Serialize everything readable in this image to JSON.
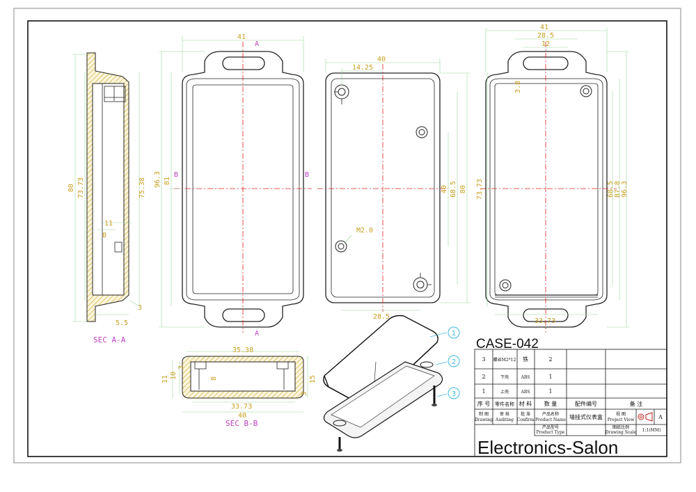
{
  "dims": {
    "front": {
      "top_width": "41",
      "height_outer": "96.3",
      "height_inner": "81",
      "section_b": "B",
      "section_a": "A"
    },
    "side": {
      "h80": "80",
      "h7373": "73.73",
      "h7538": "75.38",
      "d11": "11",
      "d8": "8",
      "d3": "3",
      "d55": "5.5",
      "caption": "SEC A-A"
    },
    "inner": {
      "width": "40",
      "w1425": "14.25",
      "h40": "40",
      "h685": "68.5",
      "h80": "80",
      "hole": "M2.0",
      "bottom": "28.5"
    },
    "back": {
      "w41": "41",
      "w285": "28.5",
      "w12": "12",
      "d38": "3.8",
      "h7373": "73.73",
      "h685": "68.5",
      "h878": "87.8",
      "h963": "96.3",
      "bottom": "33.73"
    },
    "secb": {
      "top": "35.38",
      "h11": "11",
      "h10": "10",
      "h3": "3",
      "h15": "15",
      "h3b": "3",
      "d8": "8",
      "w3373": "33.73",
      "w40": "40",
      "caption": "SEC B-B"
    }
  },
  "balloons": [
    "1",
    "2",
    "3"
  ],
  "titleblock": {
    "case_name": "CASE-042",
    "rows": [
      {
        "no": "3",
        "part": "螺丝M2*12",
        "material": "铁",
        "qty": "2"
      },
      {
        "no": "2",
        "part": "下壳",
        "material": "ABS",
        "qty": "1"
      },
      {
        "no": "1",
        "part": "上壳",
        "material": "ABS",
        "qty": "1"
      }
    ],
    "header": {
      "no": "序 号",
      "part": "零件名称",
      "material": "材 料",
      "qty": "数 量",
      "code": "配件编号",
      "remark": "备 注"
    },
    "drawing_cn": "制 图",
    "drawing_en": "Drawing",
    "auditing_cn": "审 核",
    "auditing_en": "Auditing",
    "confirm_cn": "批 准",
    "confirm_en": "Confirm",
    "pname_cn": "产品名称",
    "pname_en": "Product Name",
    "product_name": "墙挂式仪表盒",
    "view_cn": "视 图",
    "view_en": "Project View",
    "view_letter": "A",
    "ptype_cn": "产品型号",
    "ptype_en": "Product Type",
    "scale_cn": "图纸比例",
    "scale_en": "Drawing Scale",
    "scale": "1:1(MM)",
    "company": "Electronics-Salon"
  }
}
